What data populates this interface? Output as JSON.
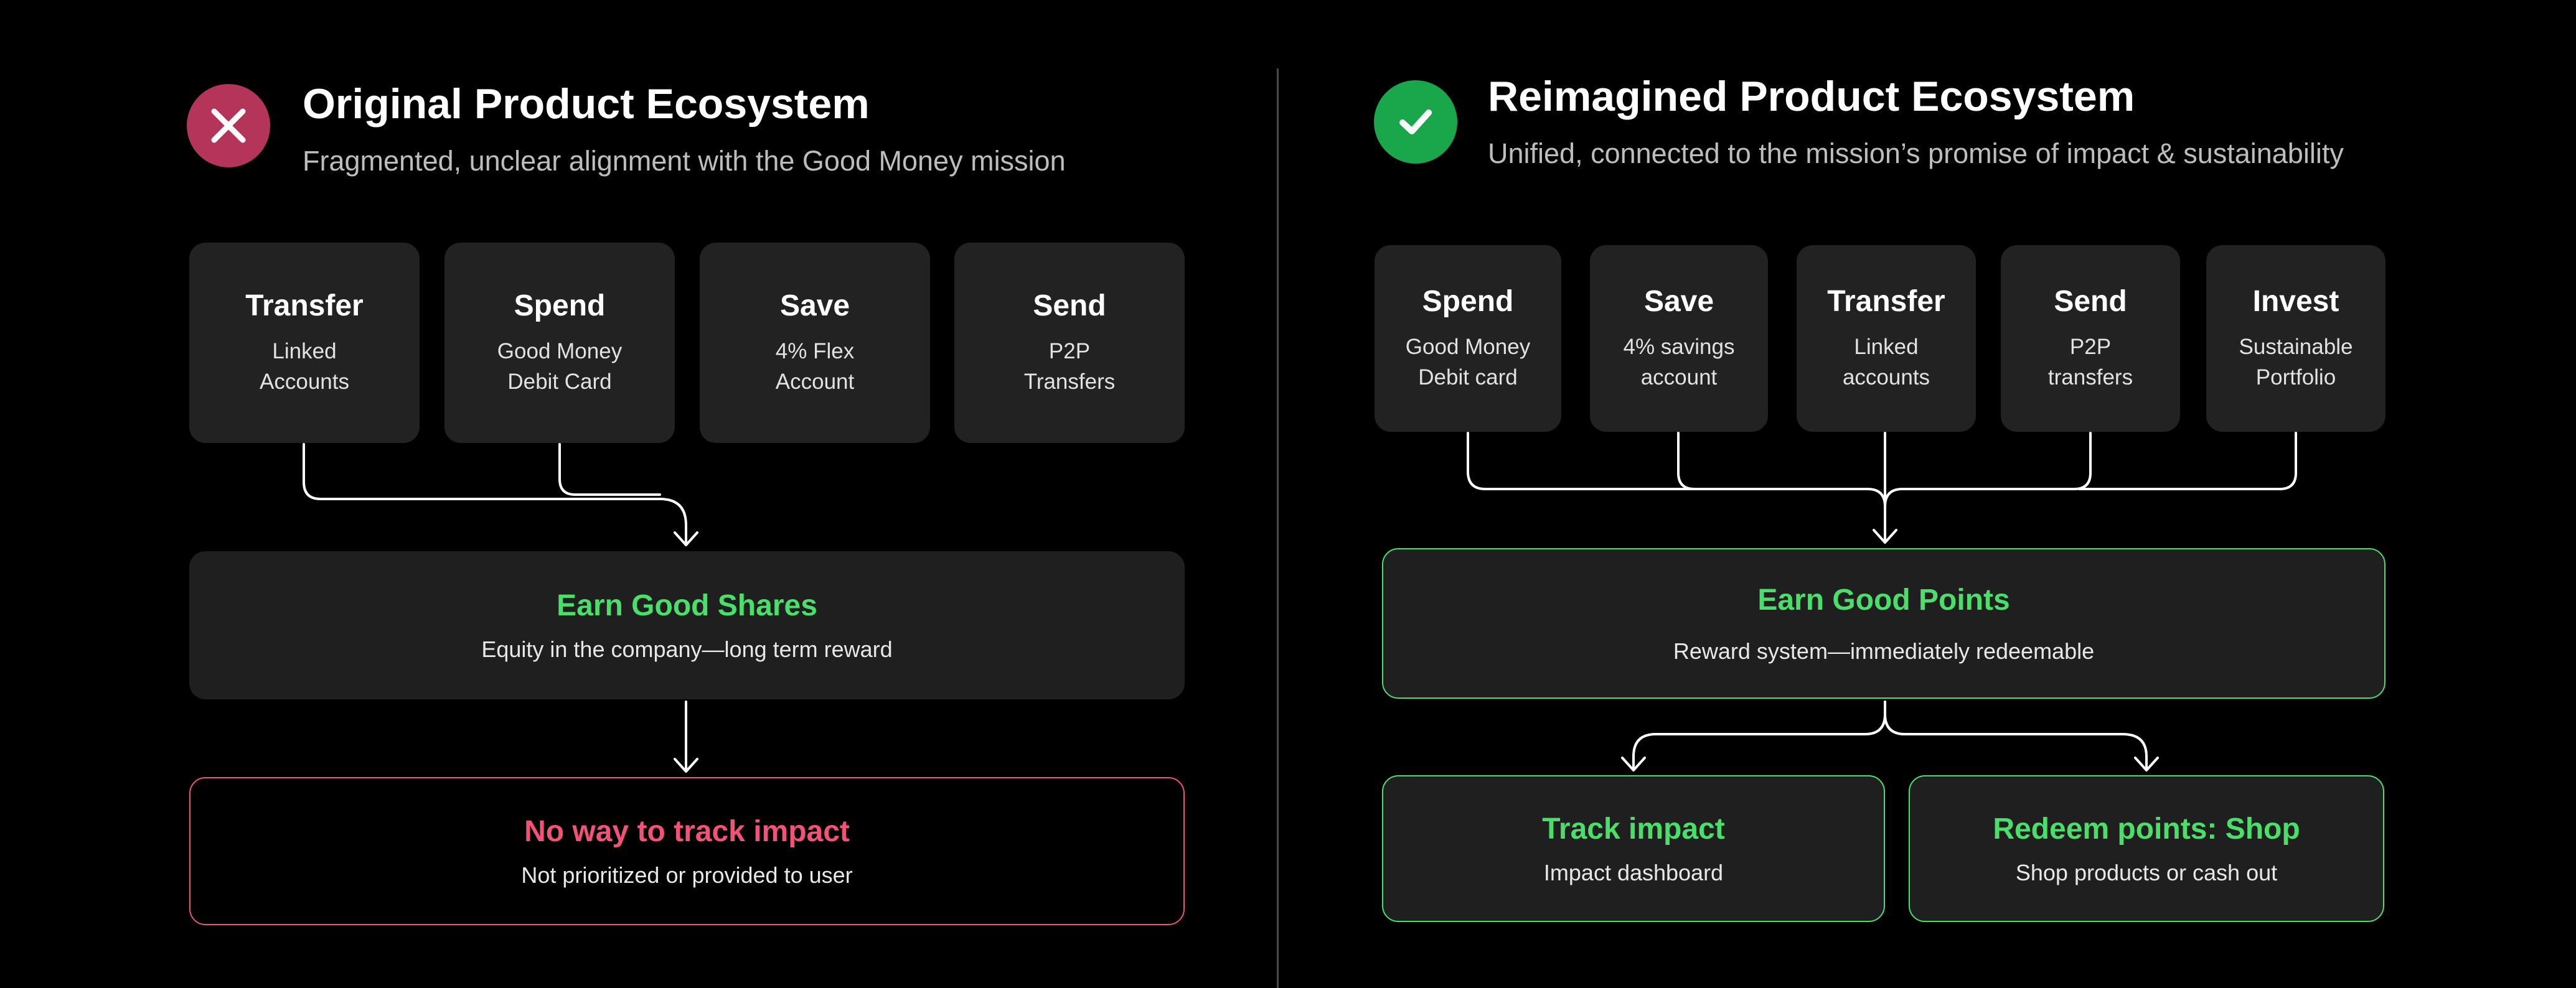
{
  "colors": {
    "background": "#000000",
    "card": "#222222",
    "green_accent": "#4ade6b",
    "red_accent": "#f25178",
    "badge_red": "#b5355a",
    "badge_green": "#1aa64a"
  },
  "left": {
    "badge_icon": "x-icon",
    "title": "Original Product Ecosystem",
    "subtitle": "Fragmented, unclear alignment with the Good Money mission",
    "cards": [
      {
        "title": "Transfer",
        "desc": "Linked\nAccounts"
      },
      {
        "title": "Spend",
        "desc": "Good Money\nDebit Card"
      },
      {
        "title": "Save",
        "desc": "4% Flex\nAccount"
      },
      {
        "title": "Send",
        "desc": "P2P\nTransfers"
      }
    ],
    "earn": {
      "title": "Earn Good Shares",
      "desc": "Equity in the company—long term reward"
    },
    "track": {
      "title": "No way to track impact",
      "desc": "Not prioritized or provided to user"
    }
  },
  "right": {
    "badge_icon": "check-icon",
    "title": "Reimagined Product Ecosystem",
    "subtitle": "Unified, connected to the mission’s promise of impact & sustainability",
    "cards": [
      {
        "title": "Spend",
        "desc": "Good Money\nDebit card"
      },
      {
        "title": "Save",
        "desc": "4% savings\naccount"
      },
      {
        "title": "Transfer",
        "desc": "Linked\naccounts"
      },
      {
        "title": "Send",
        "desc": "P2P\ntransfers"
      },
      {
        "title": "Invest",
        "desc": "Sustainable\nPortfolio"
      }
    ],
    "earn": {
      "title": "Earn Good Points",
      "desc": "Reward system—immediately redeemable"
    },
    "track": {
      "title": "Track impact",
      "desc": "Impact dashboard"
    },
    "redeem": {
      "title": "Redeem points: Shop",
      "desc": "Shop products or cash out"
    }
  }
}
